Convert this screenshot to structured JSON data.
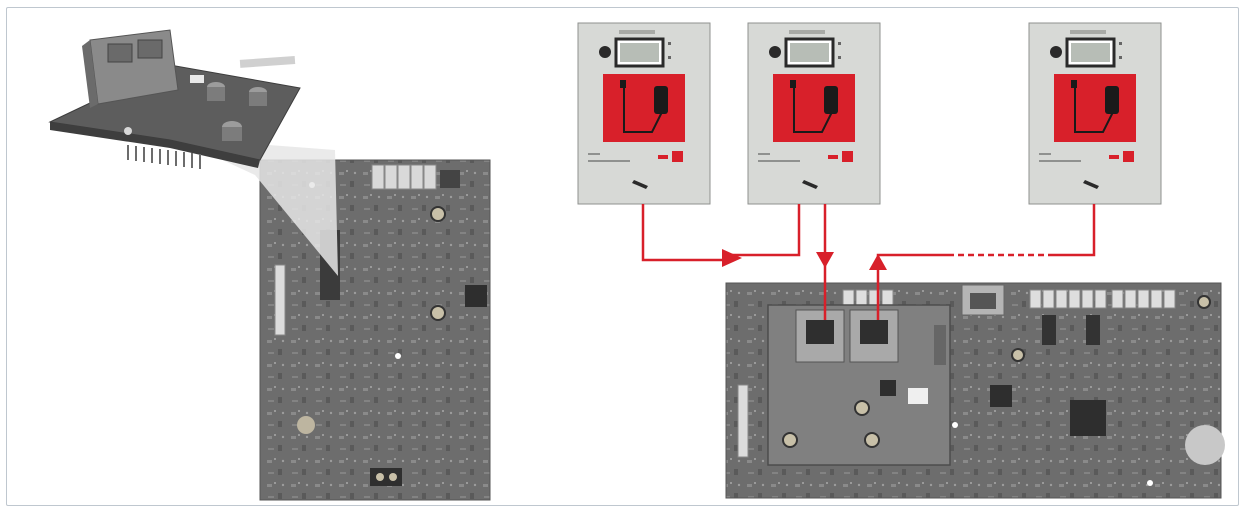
{
  "colors": {
    "frame": "#bfc7cf",
    "panel": "#d7d9d6",
    "panel_border": "#8f918f",
    "red": "#d8202a",
    "board": "#6a6a6a",
    "board_dark": "#4c4c4c"
  },
  "panels": [
    {
      "id": "panel-1",
      "label_top": "",
      "label_1": "",
      "label_2": ""
    },
    {
      "id": "panel-2",
      "label_top": "",
      "label_1": "",
      "label_2": ""
    },
    {
      "id": "panel-3",
      "label_top": "",
      "label_1": "",
      "label_2": ""
    }
  ],
  "icons": [
    "handset-icon",
    "lcd-display-icon",
    "alarm-button-icon",
    "bell-icon"
  ]
}
